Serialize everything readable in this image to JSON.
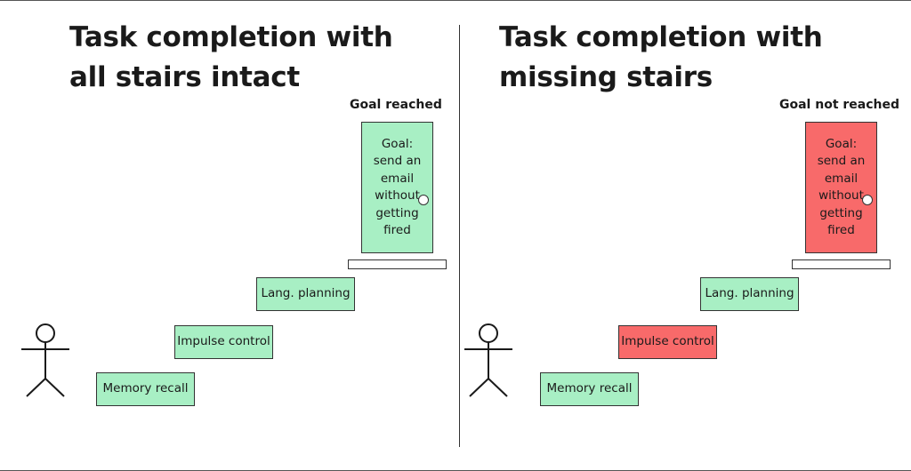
{
  "panels": [
    {
      "title": [
        "Task completion with",
        "all stairs intact"
      ],
      "status": "Goal reached",
      "goal": {
        "label": "Goal: send an email without getting fired",
        "state": "ok"
      },
      "steps": [
        {
          "label": "Lang. planning",
          "state": "ok"
        },
        {
          "label": "Impulse control",
          "state": "ok"
        },
        {
          "label": "Memory recall",
          "state": "ok"
        }
      ]
    },
    {
      "title": [
        "Task completion with",
        "missing stairs"
      ],
      "status": "Goal not reached",
      "goal": {
        "label": "Goal: send an email without getting fired",
        "state": "bad"
      },
      "steps": [
        {
          "label": "Lang. planning",
          "state": "ok"
        },
        {
          "label": "Impulse control",
          "state": "bad"
        },
        {
          "label": "Memory recall",
          "state": "ok"
        }
      ]
    }
  ],
  "colors": {
    "ok": "#a8efc4",
    "bad": "#f86a6a",
    "outline": "#333333"
  }
}
